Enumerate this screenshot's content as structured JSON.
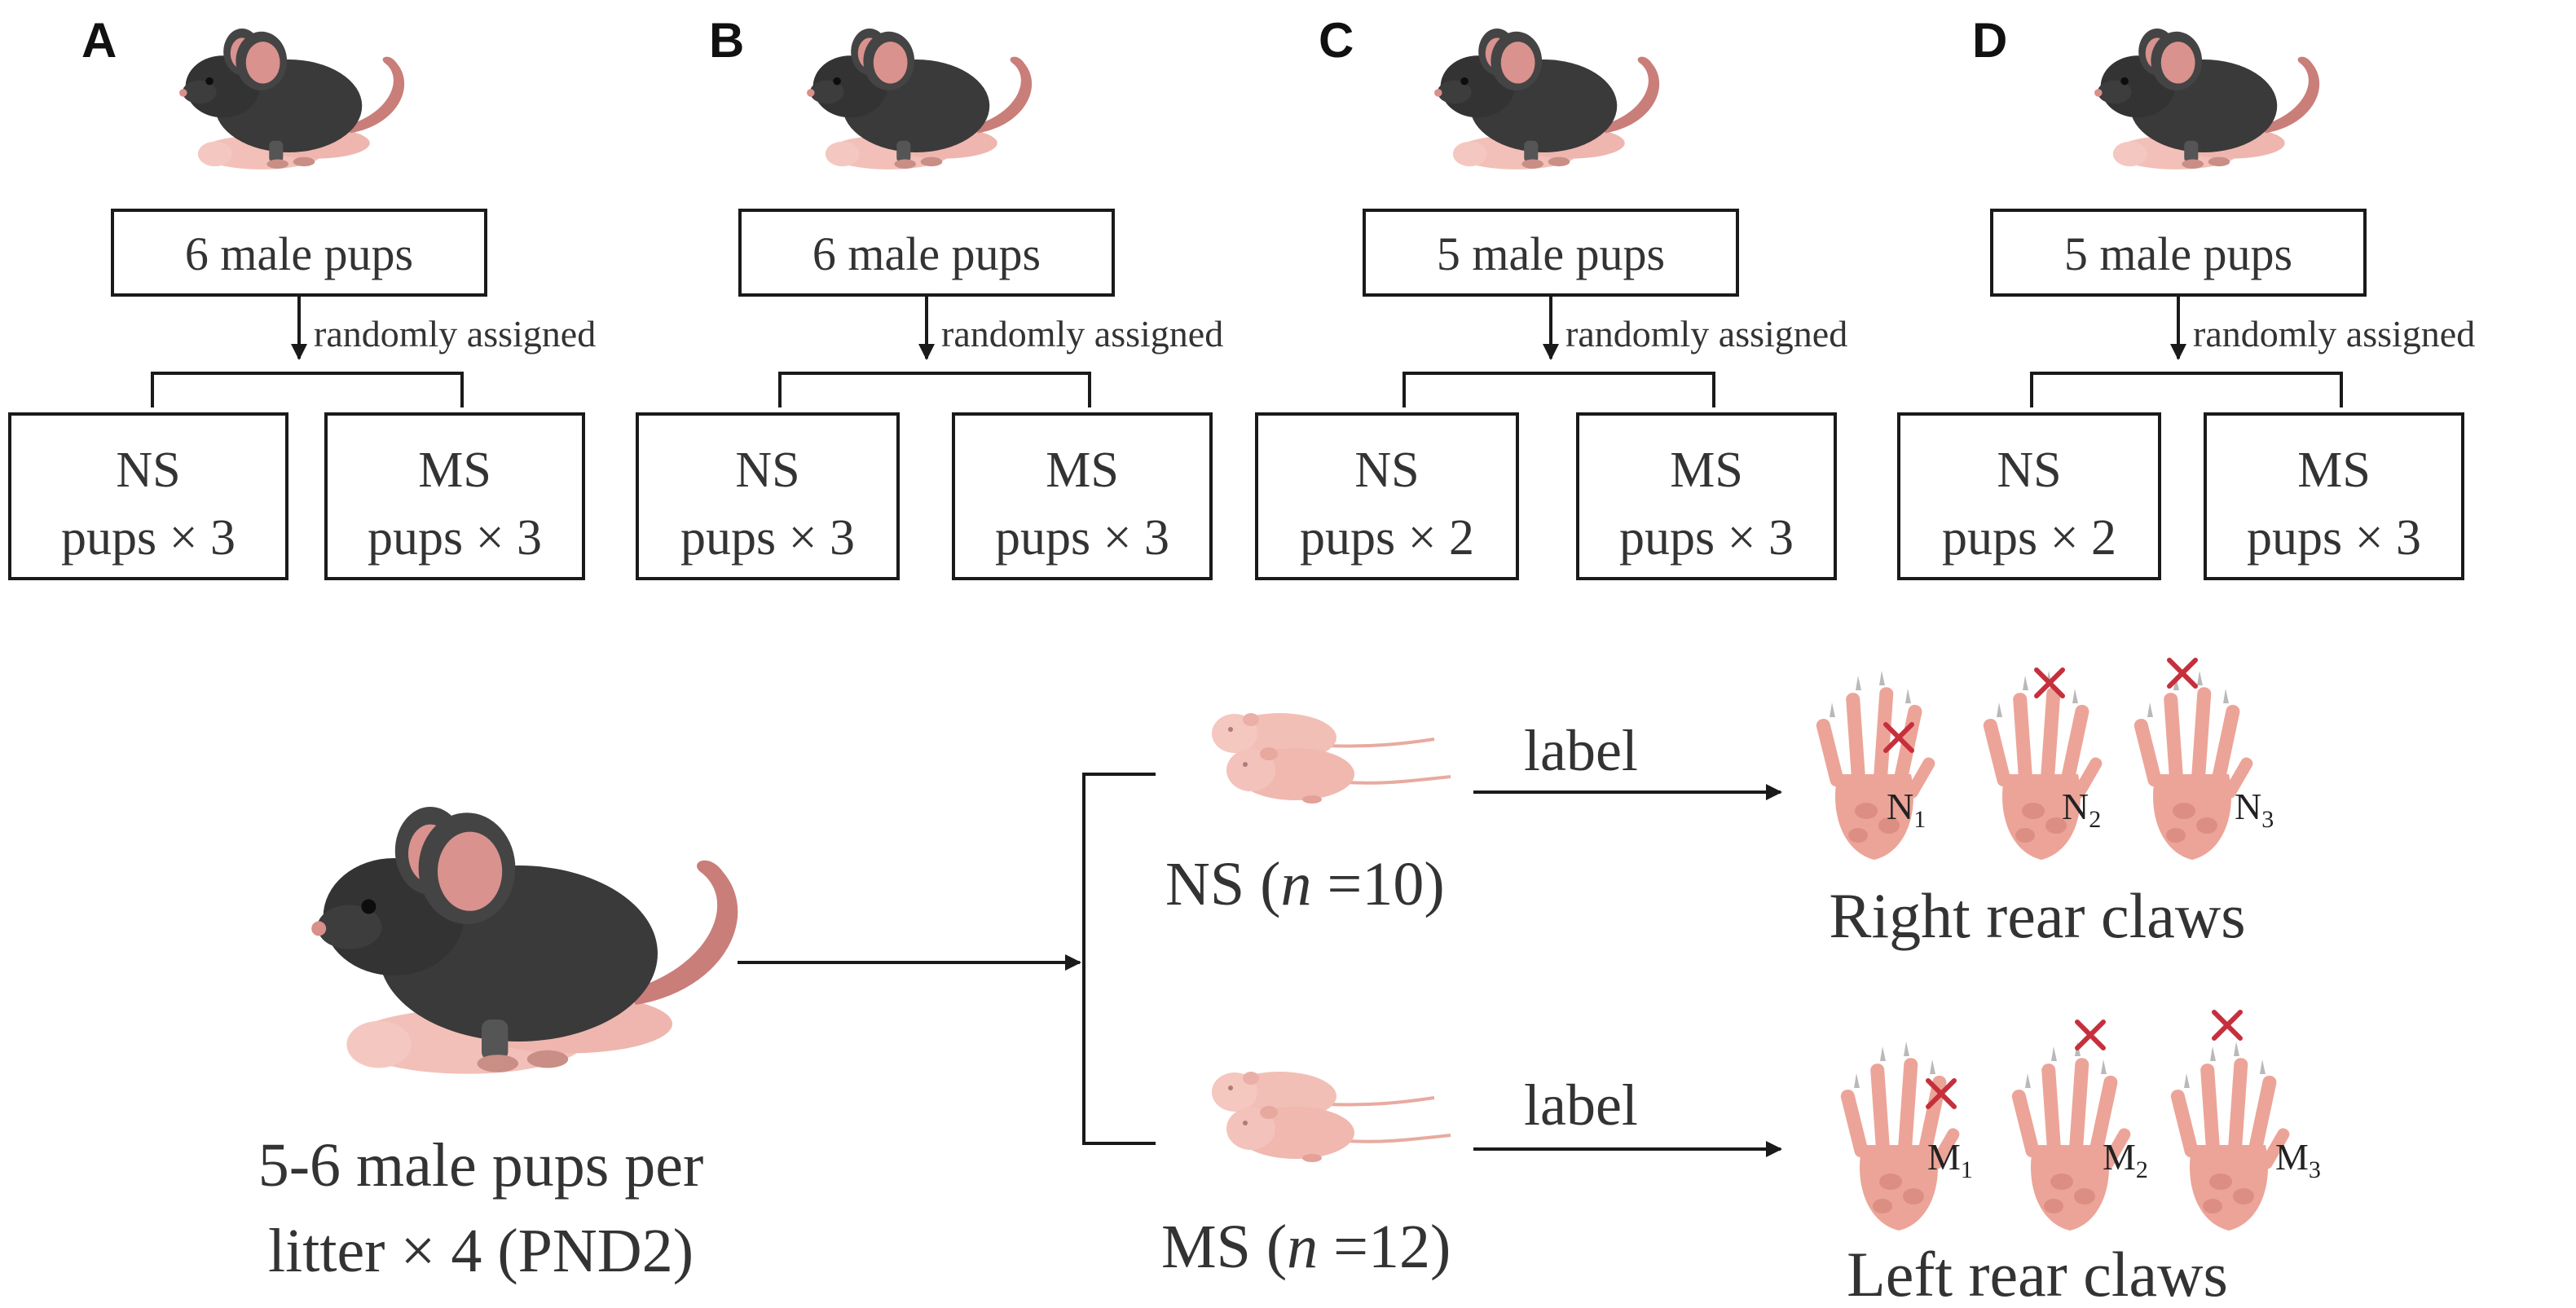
{
  "colors": {
    "mouse_body": "#3a3a3a",
    "mouse_ear": "#d9928e",
    "pup_pink": "#f2c0b8",
    "paw_pink": "#eca498",
    "mark_red": "#c62f3c",
    "line": "#1a1a1a"
  },
  "panels": [
    {
      "letter": "A",
      "pups": "6 male pups",
      "assign": "randomly assigned",
      "ns_top": "NS",
      "ns_bottom": "pups × 3",
      "ms_top": "MS",
      "ms_bottom": "pups × 3"
    },
    {
      "letter": "B",
      "pups": "6 male pups",
      "assign": "randomly assigned",
      "ns_top": "NS",
      "ns_bottom": "pups × 3",
      "ms_top": "MS",
      "ms_bottom": "pups × 3"
    },
    {
      "letter": "C",
      "pups": "5 male pups",
      "assign": "randomly assigned",
      "ns_top": "NS",
      "ns_bottom": "pups × 2",
      "ms_top": "MS",
      "ms_bottom": "pups × 3"
    },
    {
      "letter": "D",
      "pups": "5 male pups",
      "assign": "randomly assigned",
      "ns_top": "NS",
      "ns_bottom": "pups × 2",
      "ms_top": "MS",
      "ms_bottom": "pups × 3"
    }
  ],
  "bottom": {
    "caption_line1": "5-6 male pups per",
    "caption_line2": "litter × 4 (PND2)",
    "ns_group": {
      "prefix": "NS (",
      "n": "n",
      "value": " =10)"
    },
    "ms_group": {
      "prefix": "MS (",
      "n": "n",
      "value": " =12)"
    },
    "label_top": "label",
    "label_bottom": "label",
    "right_claws": "Right rear claws",
    "left_claws": "Left rear claws",
    "right_marks": [
      {
        "letter": "N",
        "sub": "1"
      },
      {
        "letter": "N",
        "sub": "2"
      },
      {
        "letter": "N",
        "sub": "3"
      }
    ],
    "left_marks": [
      {
        "letter": "M",
        "sub": "1"
      },
      {
        "letter": "M",
        "sub": "2"
      },
      {
        "letter": "M",
        "sub": "3"
      }
    ]
  }
}
